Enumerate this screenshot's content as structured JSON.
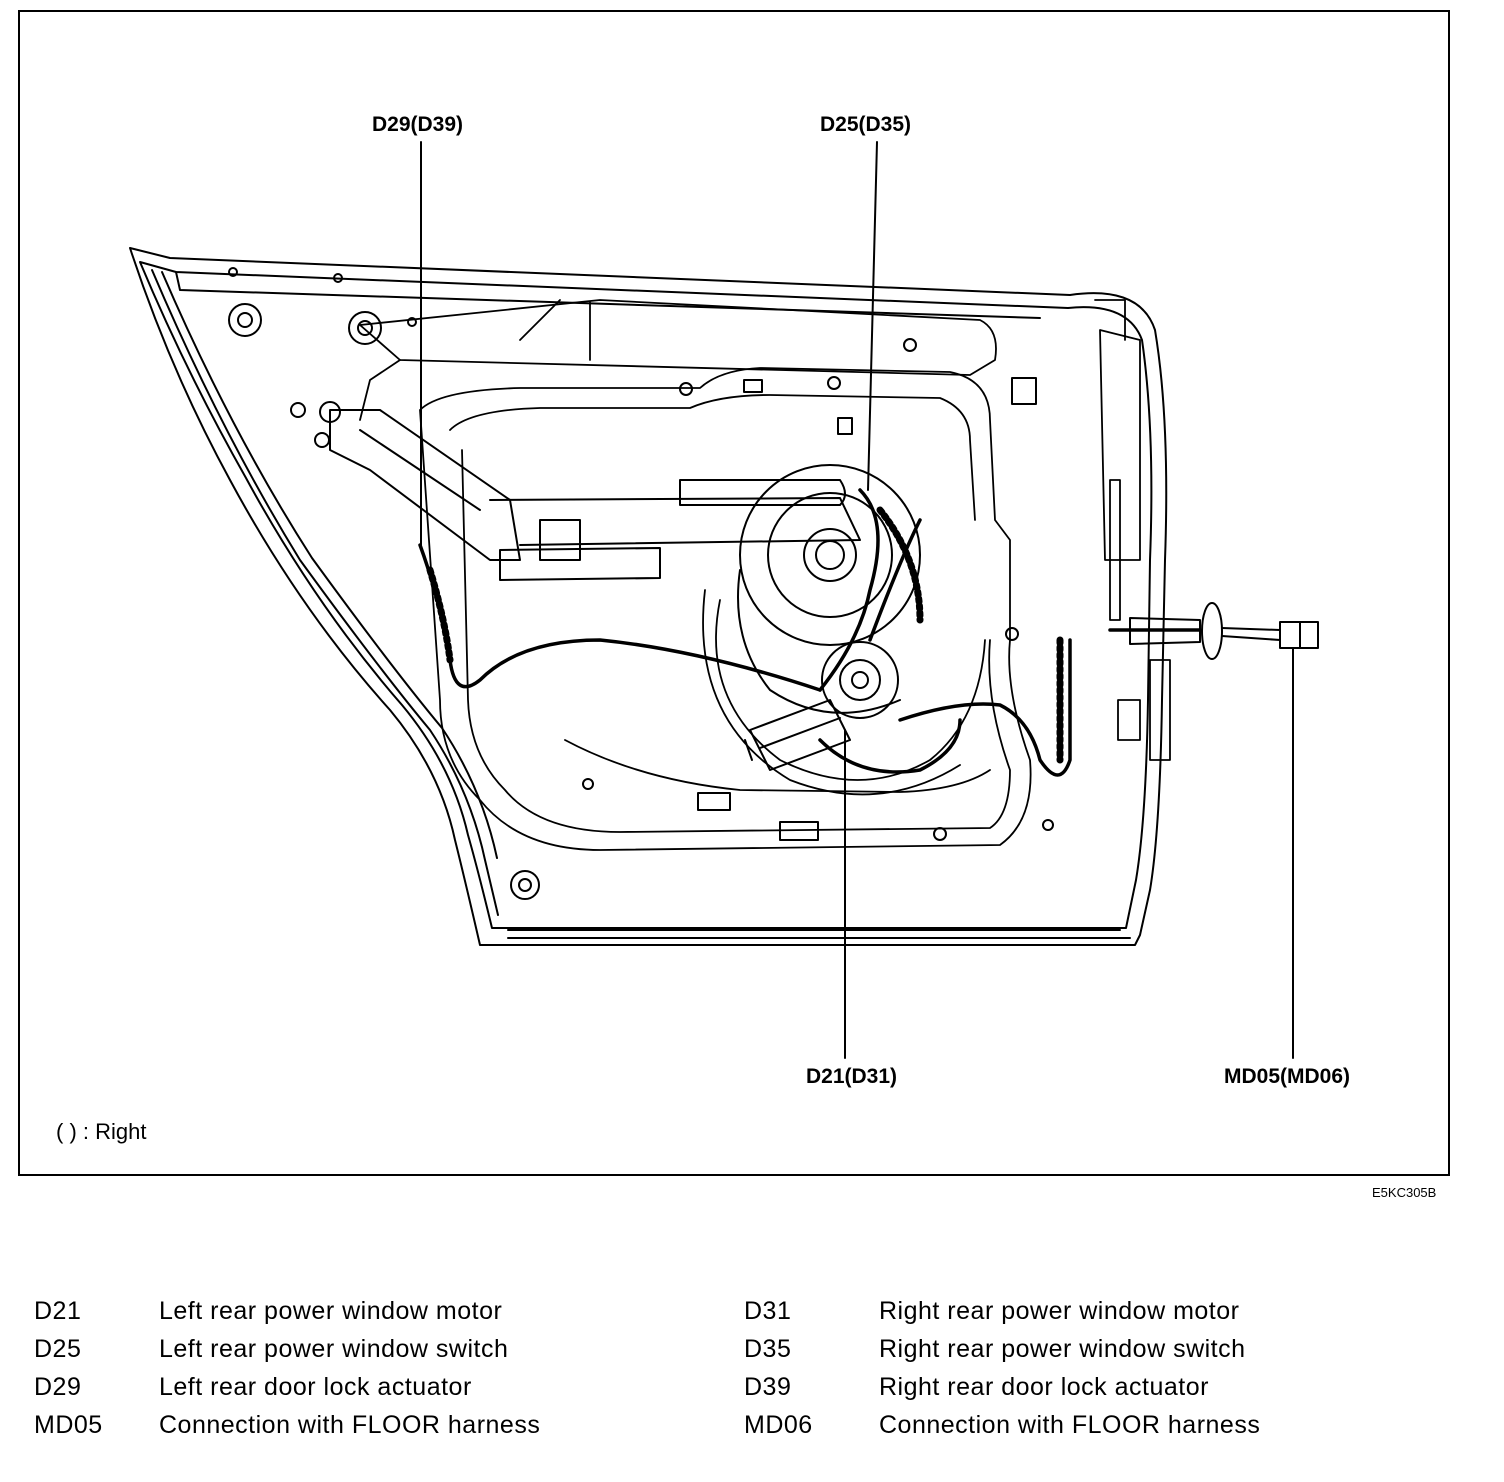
{
  "callouts": {
    "d29": "D29(D39)",
    "d25": "D25(D35)",
    "d21": "D21(D31)",
    "md05": "MD05(MD06)"
  },
  "note": "(     ) : Right",
  "figure_code": "E5KC305B",
  "legend": {
    "left": [
      {
        "code": "D21",
        "desc": "Left rear power window motor"
      },
      {
        "code": "D25",
        "desc": "Left rear power window switch"
      },
      {
        "code": "D29",
        "desc": "Left rear door lock actuator"
      },
      {
        "code": "MD05",
        "desc": "Connection with FLOOR harness"
      }
    ],
    "right": [
      {
        "code": "D31",
        "desc": "Right rear power window motor"
      },
      {
        "code": "D35",
        "desc": "Right rear power window switch"
      },
      {
        "code": "D39",
        "desc": "Right rear door lock actuator"
      },
      {
        "code": "MD06",
        "desc": "Connection with FLOOR harness"
      }
    ]
  }
}
